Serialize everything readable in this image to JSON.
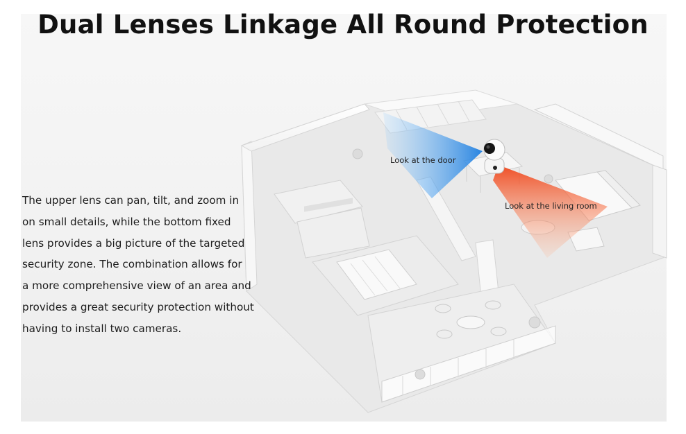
{
  "title": "Dual Lenses Linkage All Round Protection",
  "description_lines": [
    "The upper lens can pan, tilt, and zoom in",
    "on small details, while the bottom fixed",
    "lens provides a big picture of the targeted",
    "security zone. The combination allows for",
    "a more comprehensive view of an area and",
    "provides a great security protection without",
    "having to install two cameras."
  ],
  "callouts": {
    "door": "Look at the door",
    "living_room": "Look at the living room"
  },
  "colors": {
    "upper_lens_beam": "#2f8fe6",
    "bottom_lens_beam": "#f05a2a",
    "walls": "#ffffff",
    "floor": "#e6e6e6"
  },
  "icons": {
    "camera": "dual-lens-camera-icon"
  }
}
